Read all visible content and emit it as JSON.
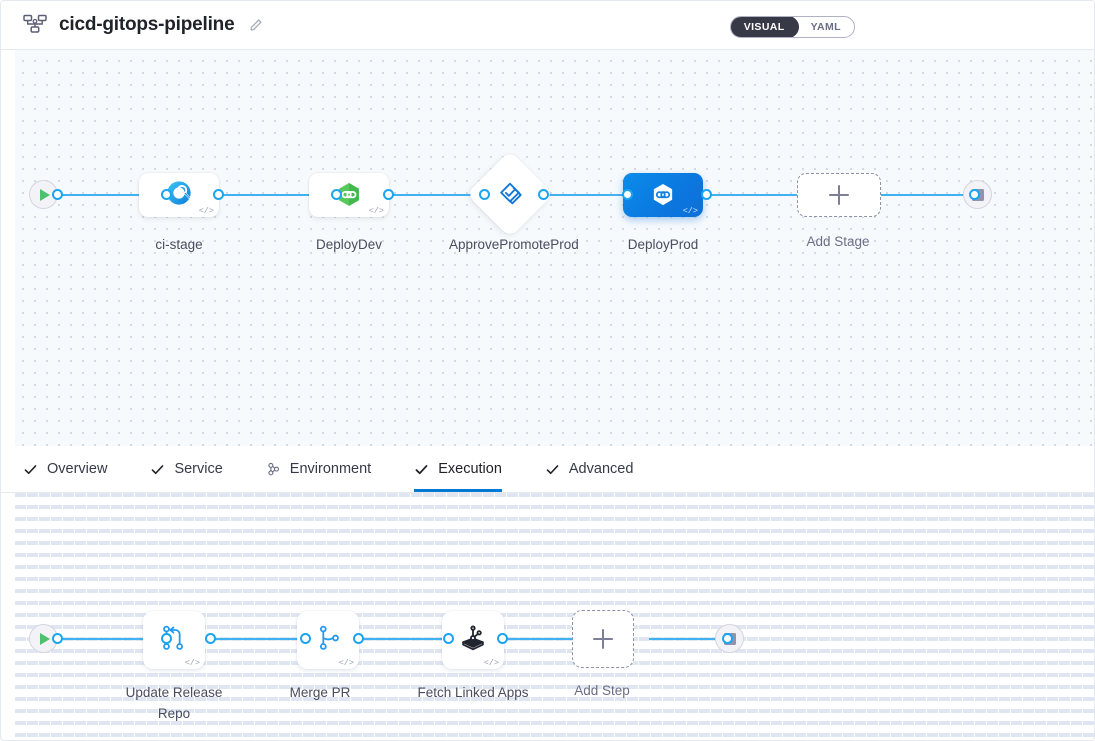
{
  "header": {
    "icon": "pipeline-icon",
    "title": "cicd-gitops-pipeline",
    "edit_icon": "pencil-icon",
    "view_toggle": {
      "options": [
        "VISUAL",
        "YAML"
      ],
      "selected": "VISUAL",
      "visual_label": "VISUAL",
      "yaml_label": "YAML"
    }
  },
  "tabs": [
    {
      "label": "Overview",
      "icon": "check-icon",
      "active": false
    },
    {
      "label": "Service",
      "icon": "check-icon",
      "active": false
    },
    {
      "label": "Environment",
      "icon": "infrastructure-icon",
      "active": false
    },
    {
      "label": "Execution",
      "icon": "check-icon",
      "active": true
    },
    {
      "label": "Advanced",
      "icon": "check-icon",
      "active": false
    }
  ],
  "stage_graph": {
    "start_label": "start-node",
    "end_label": "end-node",
    "stages": [
      {
        "name": "ci-stage",
        "icon": "ci-build-icon",
        "selected": false,
        "type": "rect",
        "code_badge": "</>"
      },
      {
        "name": "DeployDev",
        "icon": "hexagon-gitops-icon",
        "selected": false,
        "type": "rect",
        "code_badge": "</>"
      },
      {
        "name": "ApprovePromoteProd",
        "icon": "approval-diamond-icon",
        "selected": false,
        "type": "diamond",
        "code_badge": ""
      },
      {
        "name": "DeployProd",
        "icon": "hexagon-gitops-icon",
        "selected": true,
        "type": "rect",
        "code_badge": "</>"
      }
    ],
    "add_stage_label": "Add Stage"
  },
  "step_graph": {
    "start_label": "start-node",
    "end_label": "end-node",
    "steps": [
      {
        "name": "Update Release Repo",
        "icon": "git-update-icon",
        "code_badge": "</>"
      },
      {
        "name": "Merge PR",
        "icon": "git-merge-icon",
        "code_badge": "</>"
      },
      {
        "name": "Fetch Linked Apps",
        "icon": "argocd-apps-icon",
        "code_badge": "</>"
      }
    ],
    "add_step_label": "Add Step"
  },
  "colors": {
    "accent_blue": "#0278d5",
    "edge_blue": "#40b2f3",
    "selected_node": "#0b79e0",
    "start_green": "#4dc16d",
    "canvas_top_bg": "#f7fafc",
    "toggle_active_bg": "#383946"
  }
}
